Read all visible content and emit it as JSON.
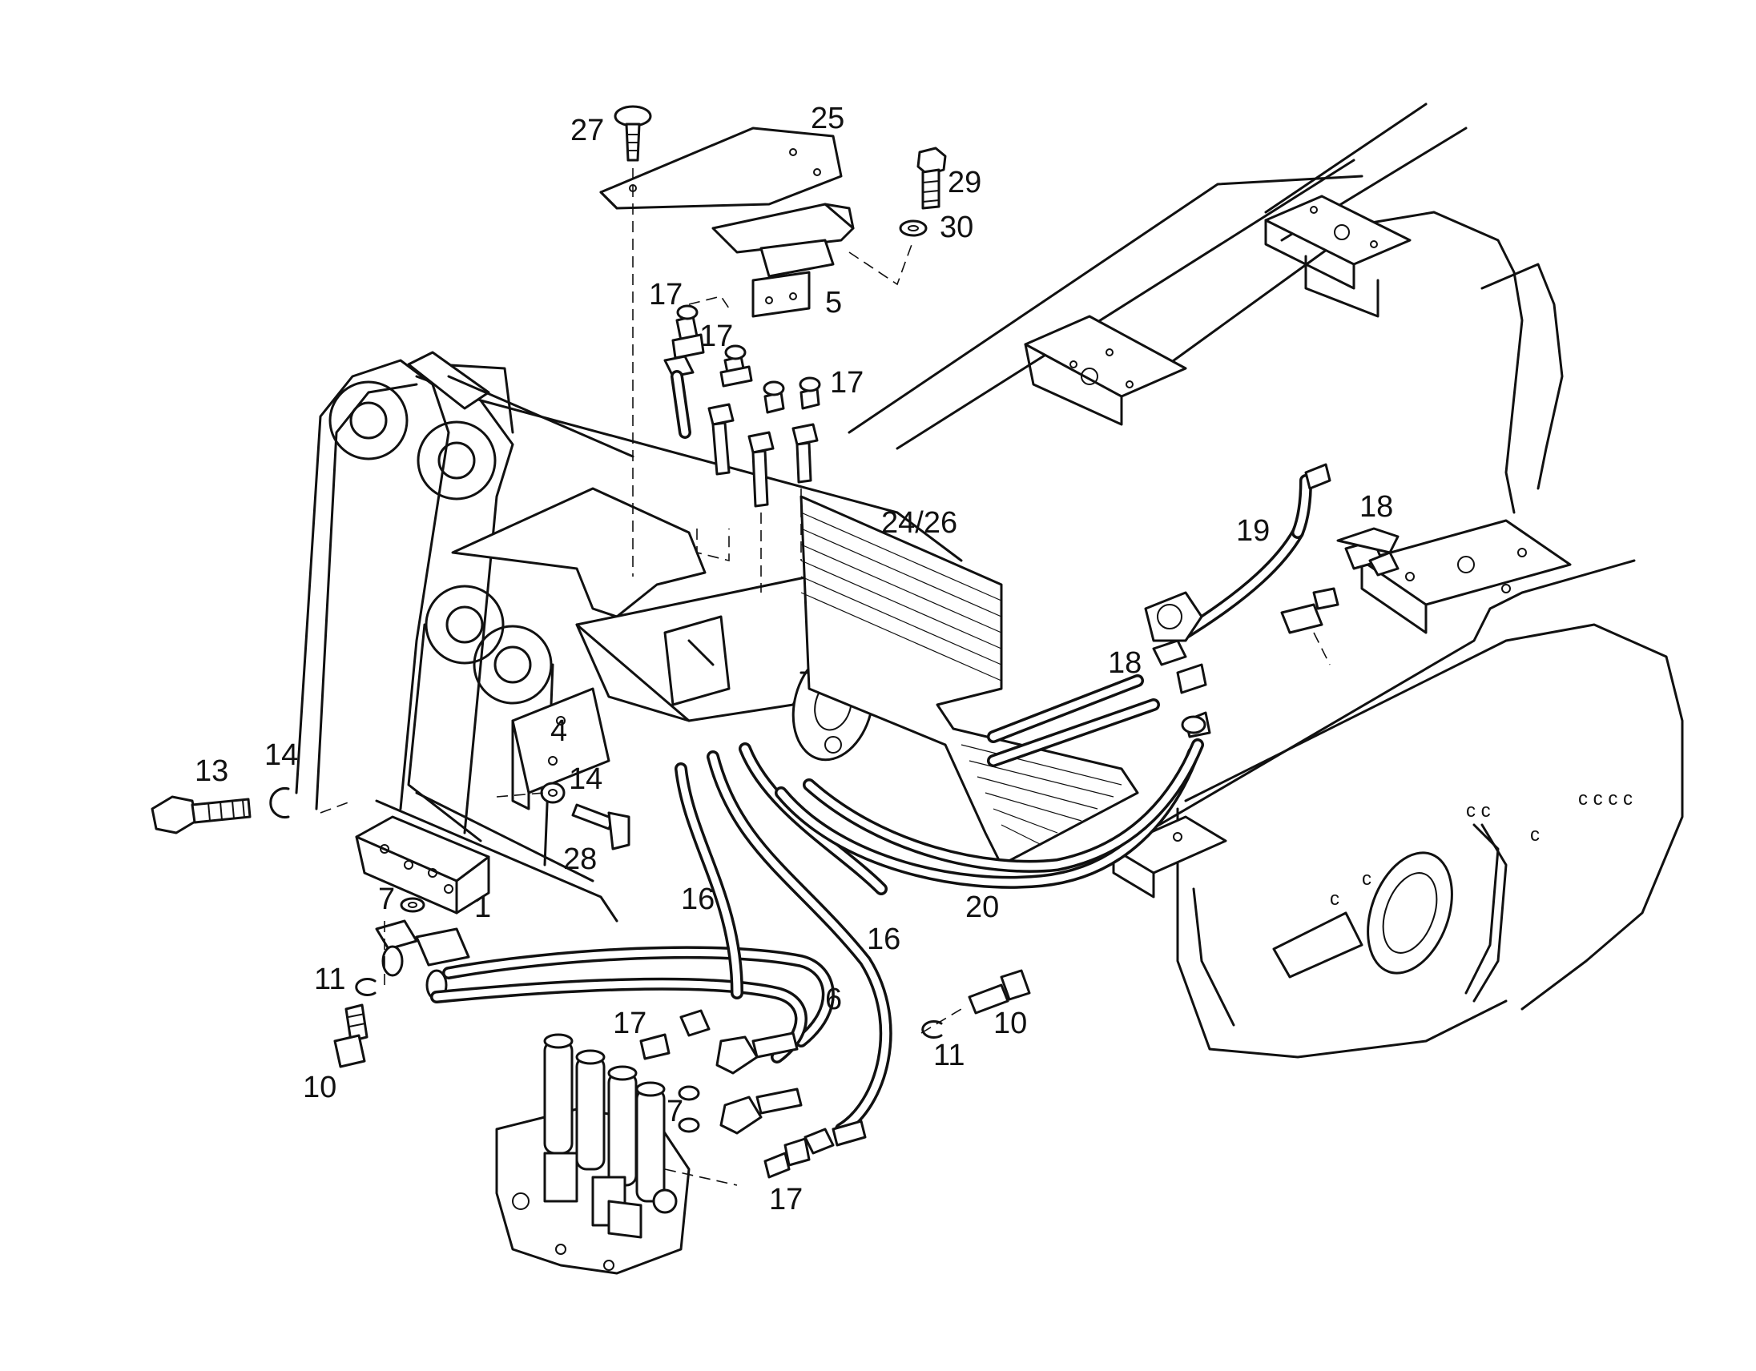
{
  "diagram": {
    "labels": {
      "p1": "1",
      "p4": "4",
      "p5": "5",
      "p6": "6",
      "p7a": "7",
      "p7b": "7",
      "p10a": "10",
      "p10b": "10",
      "p11a": "11",
      "p11b": "11",
      "p13": "13",
      "p14a": "14",
      "p14b": "14",
      "p16a": "16",
      "p16b": "16",
      "p17a": "17",
      "p17b": "17",
      "p17c": "17",
      "p17d": "17",
      "p17e": "17",
      "p18a": "18",
      "p18b": "18",
      "p19": "19",
      "p20": "20",
      "p24_26": "24/26",
      "p25": "25",
      "p27": "27",
      "p28": "28",
      "p29": "29",
      "p30": "30"
    }
  }
}
